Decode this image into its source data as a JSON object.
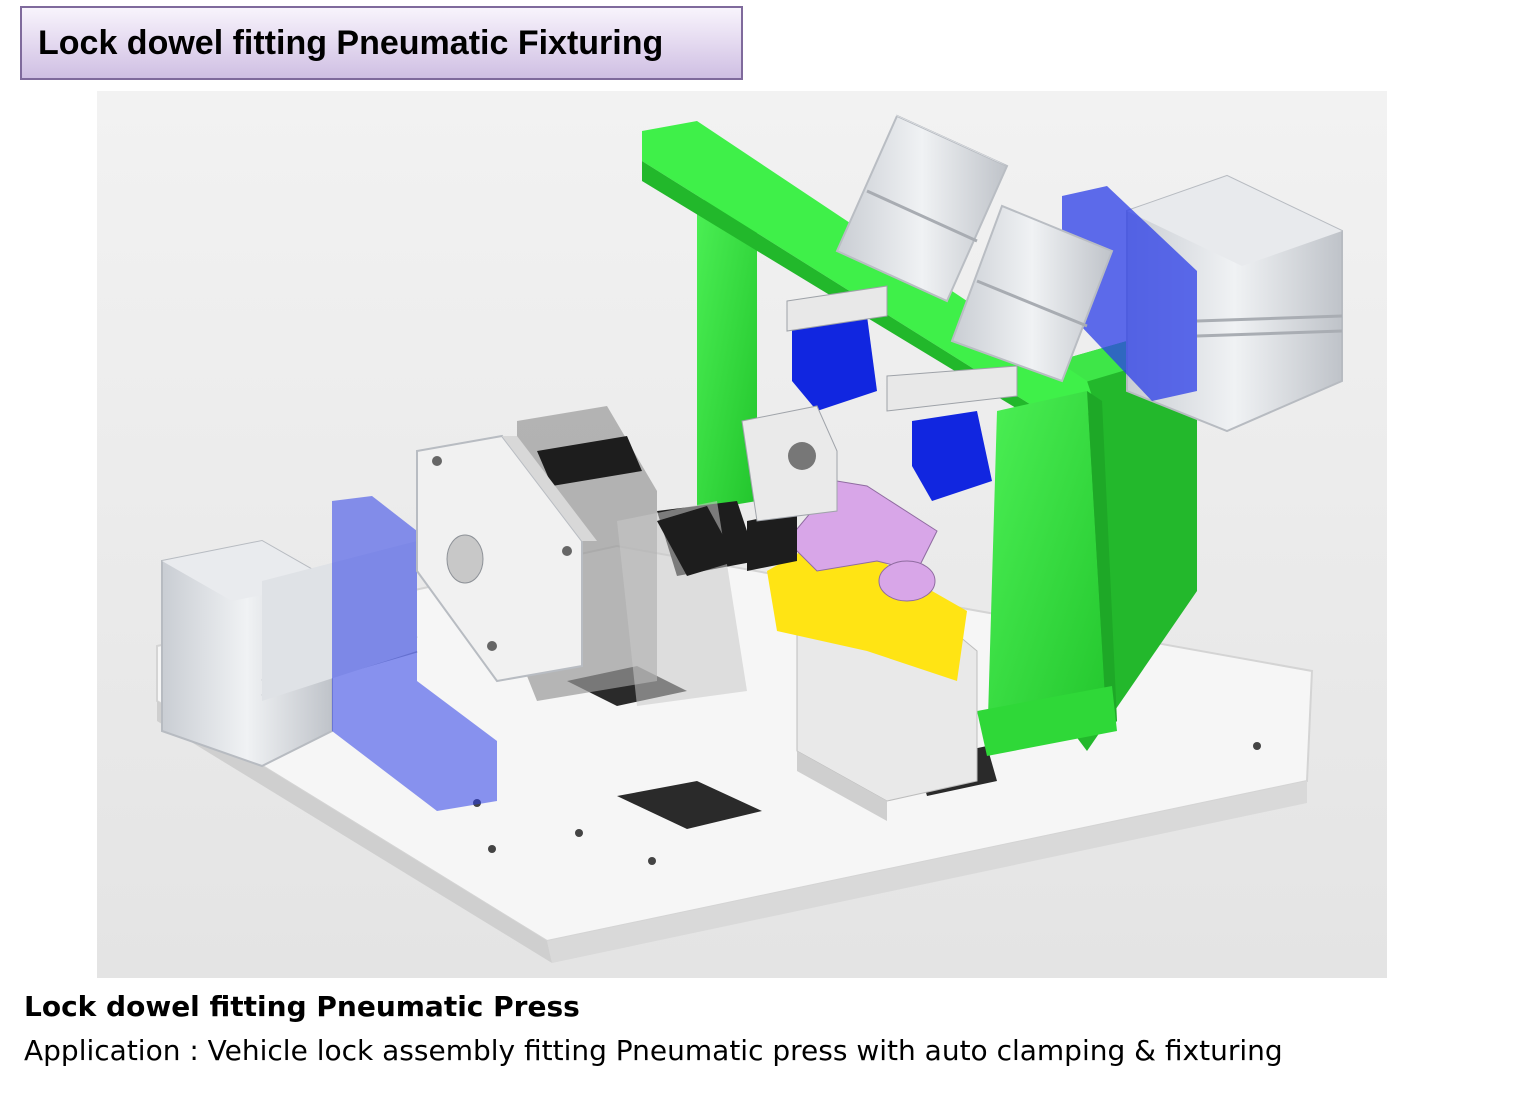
{
  "header": {
    "title": "Lock dowel fitting Pneumatic Fixturing"
  },
  "figure": {
    "image_name": "pneumatic-press-3d-render"
  },
  "caption": {
    "heading": "Lock dowel fitting Pneumatic Press",
    "description": "Application : Vehicle lock assembly fitting Pneumatic press with auto clamping & fixturing"
  },
  "colors": {
    "title_border": "#7f6a9c",
    "frame_green": "#2ee03a",
    "clamp_blue": "#1530e0",
    "nest_yellow": "#ffe414",
    "part_pink": "#d8a6e8",
    "base_plate": "#f4f4f4",
    "cylinder_silver": "#dadde2"
  }
}
